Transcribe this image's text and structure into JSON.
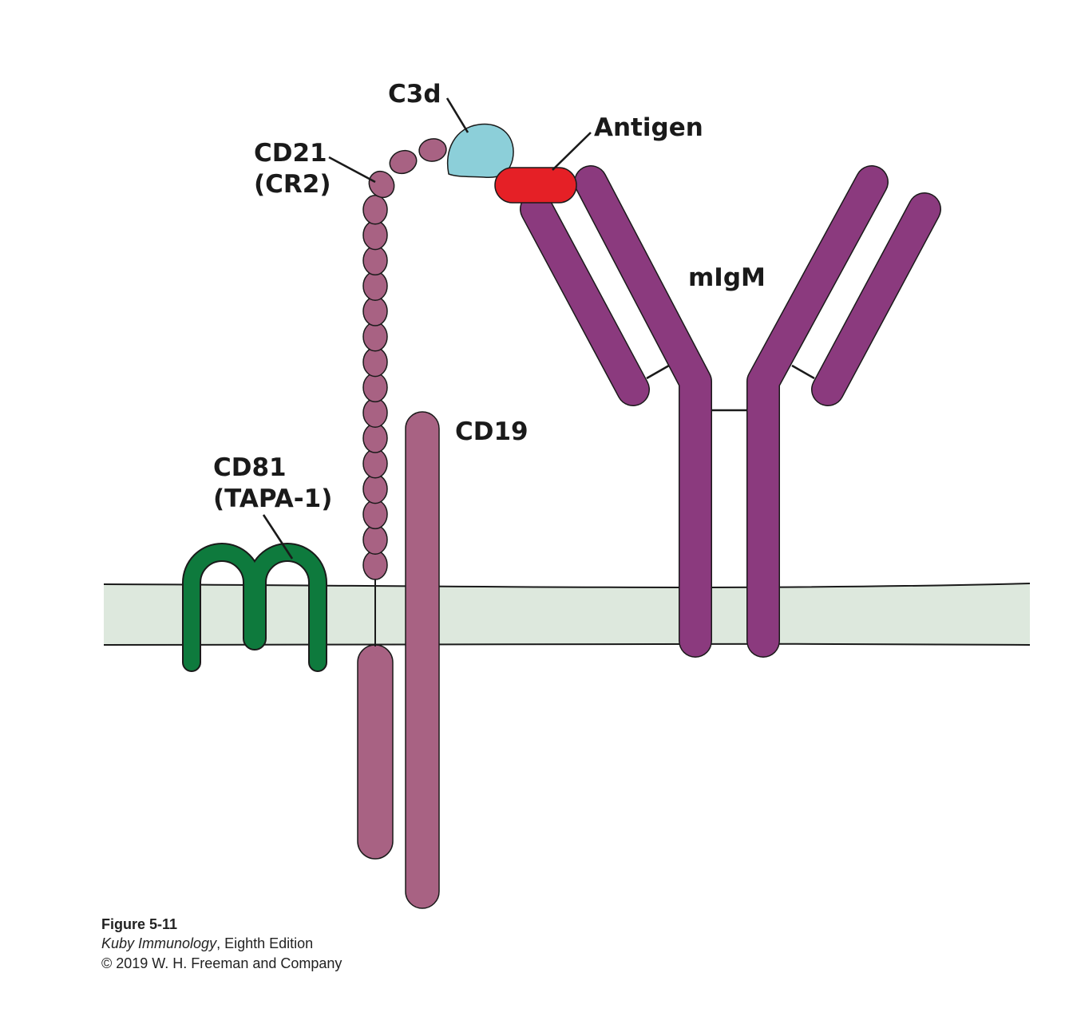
{
  "figure": {
    "labels": {
      "c3d": "C3d",
      "antigen": "Antigen",
      "cd21_line1": "CD21",
      "cd21_line2": "(CR2)",
      "migm": "mIgM",
      "cd19": "CD19",
      "cd81_line1": "CD81",
      "cd81_line2": "(TAPA-1)"
    },
    "caption": {
      "figure_number": "Figure 5-11",
      "book_title": "Kuby Immunology",
      "edition": ", Eighth Edition",
      "copyright": "© 2019 W. H. Freeman and Company"
    },
    "colors": {
      "membrane_fill": "#dde8dd",
      "cd81": "#0e7a3d",
      "cd21_cd19": "#a86283",
      "migm": "#8b3a7e",
      "c3d": "#8ccfd9",
      "antigen": "#e52026"
    }
  }
}
